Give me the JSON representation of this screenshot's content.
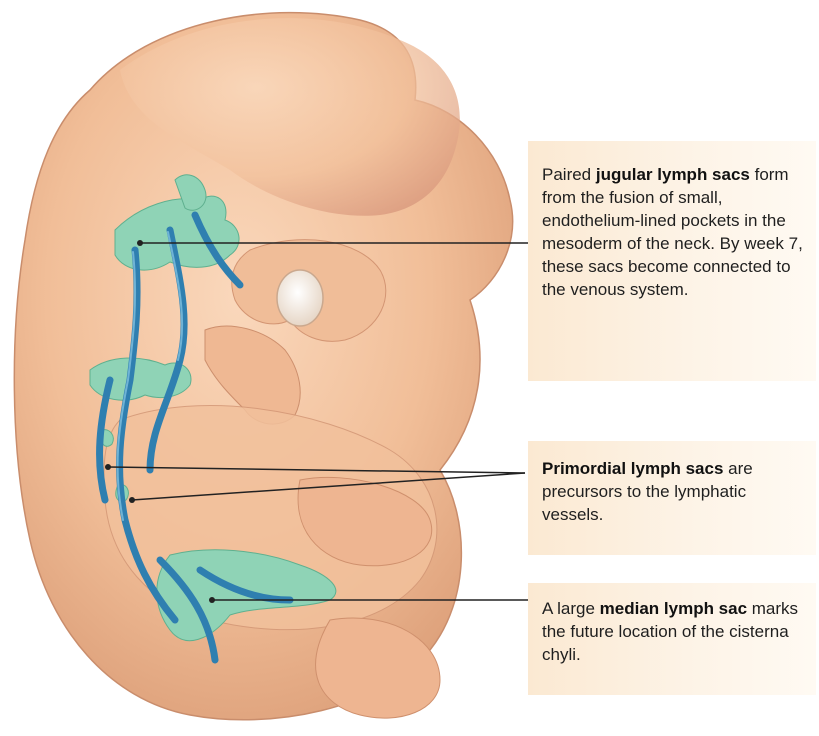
{
  "callouts": {
    "jugular": {
      "pre": "Paired ",
      "bold": "jugular lymph sacs",
      "post": " form from the fusion of small, endothelium-lined pockets in the mesoderm of the neck. By week 7, these sacs become connected to the venous system."
    },
    "primordial": {
      "pre": "",
      "bold": "Primordial lymph sacs",
      "post": " are precursors to the lymphatic vessels."
    },
    "median": {
      "pre": "A large ",
      "bold": "median lymph sac",
      "post": " marks the future location of the cisterna chyli."
    }
  },
  "colors": {
    "skin": "#f3c09b",
    "skin_shadow": "#d99a74",
    "vein": "#2f7fb0",
    "lymph": "#8fd3b6",
    "callout_bg": "#fbe9d2"
  }
}
